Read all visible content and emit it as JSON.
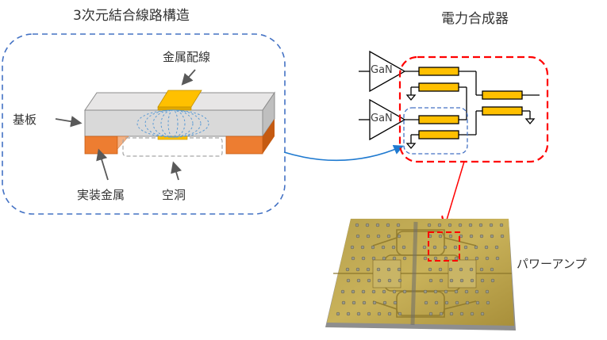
{
  "left_panel": {
    "title": "3次元結合線路構造",
    "labels": {
      "metal_wiring": "金属配線",
      "substrate": "基板",
      "mounting_metal": "実装金属",
      "cavity": "空洞"
    }
  },
  "right_panel": {
    "title": "電力合成器",
    "amplifiers": [
      {
        "label": "GaN"
      },
      {
        "label": "GaN"
      }
    ]
  },
  "photo": {
    "caption": "パワーアンプ"
  },
  "colors": {
    "blue_dashed": "#4472c4",
    "red_dashed": "#ff0000",
    "gold": "#ffc000",
    "orange": "#ed7d31",
    "substrate_gray": "#d9d9d9",
    "arrow_blue": "#1f7ad0",
    "field_lines": "#5b9bd5"
  }
}
